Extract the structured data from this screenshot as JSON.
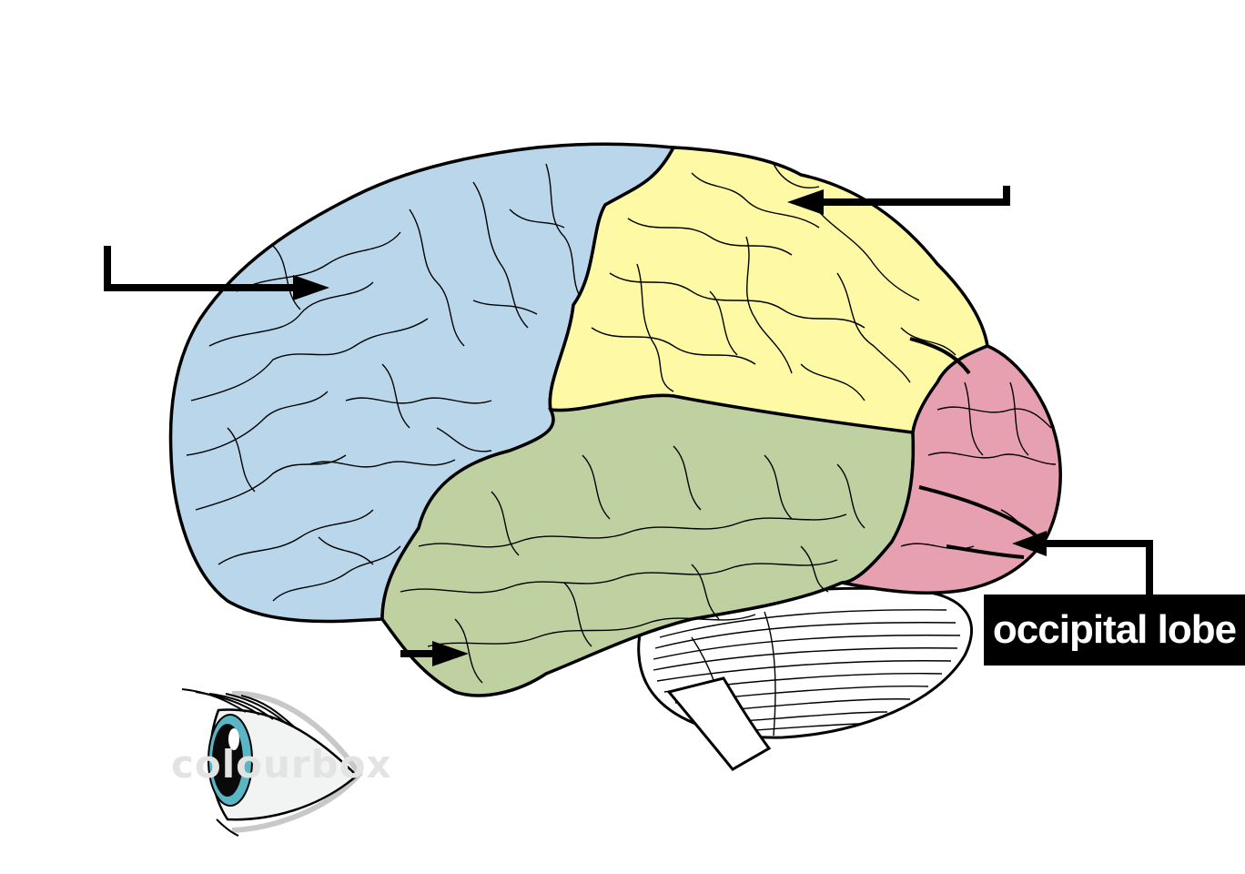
{
  "labels": {
    "occipital": "occipital lobe"
  },
  "watermark": "colourbox",
  "colors": {
    "frontal_lobe": "#b9d6ea",
    "parietal_lobe": "#fdf9a4",
    "temporal_lobe": "#bfd0a1",
    "occipital_lobe": "#e6a0b0",
    "cerebellum": "#ffffff",
    "outline": "#000000",
    "label_background": "#000000",
    "label_text": "#ffffff",
    "eye_iris": "#5ab6c4"
  },
  "pointers": [
    {
      "name": "frontal-pointer",
      "target": "frontal lobe"
    },
    {
      "name": "parietal-pointer",
      "target": "parietal lobe"
    },
    {
      "name": "temporal-pointer",
      "target": "temporal lobe"
    },
    {
      "name": "occipital-pointer",
      "target": "occipital lobe"
    }
  ]
}
